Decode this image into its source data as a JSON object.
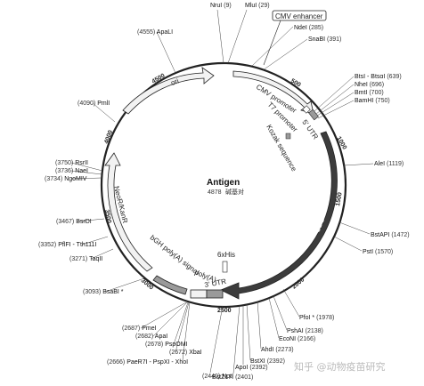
{
  "plasmid": {
    "name": "Antigen",
    "length": "4878",
    "length_unit": "碱基对"
  },
  "watermark": "知乎 @动物疫苗研究",
  "ticks": [
    "500",
    "1000",
    "1500",
    "2000",
    "2500",
    "3000",
    "3500",
    "4000",
    "4500"
  ],
  "features": {
    "cmv_enhancer": "CMV enhancer",
    "cmv_promoter": "CMV promoter",
    "t7_promoter": "T7 promoter",
    "utr5": "5' UTR",
    "kozak": "Kozak sequence",
    "cds": "CDS",
    "his": "6xHis",
    "utr3": "3' UTR",
    "polya": "poly(A)",
    "bgh": "bGH poly(A) signal",
    "neor": "NeoR/KanR",
    "ori": "ori"
  },
  "sites": [
    {
      "id": "s0",
      "name": "NruI",
      "pos": "(9)"
    },
    {
      "id": "s1",
      "name": "MluI",
      "pos": "(29)"
    },
    {
      "id": "s2",
      "name": "NdeI",
      "pos": "(285)"
    },
    {
      "id": "s3",
      "name": "SnaBI",
      "pos": "(391)"
    },
    {
      "id": "s4",
      "name": "BtsI - BtsαI",
      "pos": "(639)"
    },
    {
      "id": "s5",
      "name": "NheI",
      "pos": "(696)"
    },
    {
      "id": "s6",
      "name": "BmtI",
      "pos": "(700)"
    },
    {
      "id": "s7",
      "name": "BamHI",
      "pos": "(750)"
    },
    {
      "id": "s8",
      "name": "AleI",
      "pos": "(1119)"
    },
    {
      "id": "s9",
      "name": "BstAPI",
      "pos": "(1472)"
    },
    {
      "id": "s10",
      "name": "PstI",
      "pos": "(1570)"
    },
    {
      "id": "s11",
      "name": "PfoI *",
      "pos": "(1978)"
    },
    {
      "id": "s12",
      "name": "PshAI",
      "pos": "(2138)"
    },
    {
      "id": "s13",
      "name": "EcoNI",
      "pos": "(2166)"
    },
    {
      "id": "s14",
      "name": "AhdI",
      "pos": "(2273)"
    },
    {
      "id": "s15",
      "name": "BstXI",
      "pos": "(2392)"
    },
    {
      "id": "s16",
      "name": "ApoI",
      "pos": "(2392)"
    },
    {
      "id": "s17",
      "name": "BstZ17I",
      "pos": "(2401)"
    },
    {
      "id": "s18",
      "name": "NotI",
      "pos": "(2440)"
    },
    {
      "id": "s19",
      "name": "PaeR7I - PspXI - XhoI",
      "pos": "(2666)"
    },
    {
      "id": "s20",
      "name": "XbaI",
      "pos": "(2672)"
    },
    {
      "id": "s21",
      "name": "PspOMI",
      "pos": "(2678)"
    },
    {
      "id": "s22",
      "name": "ApaI",
      "pos": "(2682)"
    },
    {
      "id": "s23",
      "name": "PmeI",
      "pos": "(2687)"
    },
    {
      "id": "s24",
      "name": "BsaBI *",
      "pos": "(3093)"
    },
    {
      "id": "s25",
      "name": "TaqII",
      "pos": "(3271)"
    },
    {
      "id": "s26",
      "name": "PflFI - Tth111I",
      "pos": "(3352)"
    },
    {
      "id": "s27",
      "name": "BsrDI",
      "pos": "(3467)"
    },
    {
      "id": "s28",
      "name": "NgoMIV",
      "pos": "(3734)"
    },
    {
      "id": "s29",
      "name": "NaeI",
      "pos": "(3736)"
    },
    {
      "id": "s30",
      "name": "RsrII",
      "pos": "(3750)"
    },
    {
      "id": "s31",
      "name": "PmlI",
      "pos": "(4090)"
    },
    {
      "id": "s32",
      "name": "ApaLI",
      "pos": "(4555)"
    }
  ],
  "colors": {
    "cds": "#3c3c3c",
    "outline": "#222222",
    "feature_fill": "#f2f2f2",
    "grey_block": "#9a9a9a"
  }
}
